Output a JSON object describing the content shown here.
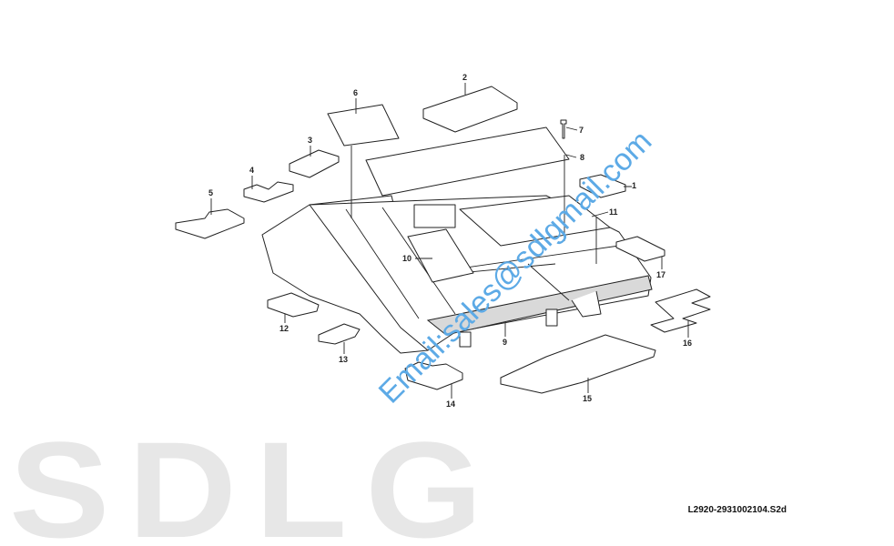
{
  "diagram": {
    "watermark_logo": "SDLG",
    "watermark_email": "Email:sales@sdlgmail.com",
    "reference_code": "L2920-2931002104.S2d",
    "callouts": {
      "c1": "1",
      "c2": "2",
      "c3": "3",
      "c4": "4",
      "c5": "5",
      "c6": "6",
      "c7": "7",
      "c8": "8",
      "c9": "9",
      "c10": "10",
      "c11": "11",
      "c12": "12",
      "c13": "13",
      "c14": "14",
      "c15": "15",
      "c16": "16",
      "c17": "17"
    }
  }
}
